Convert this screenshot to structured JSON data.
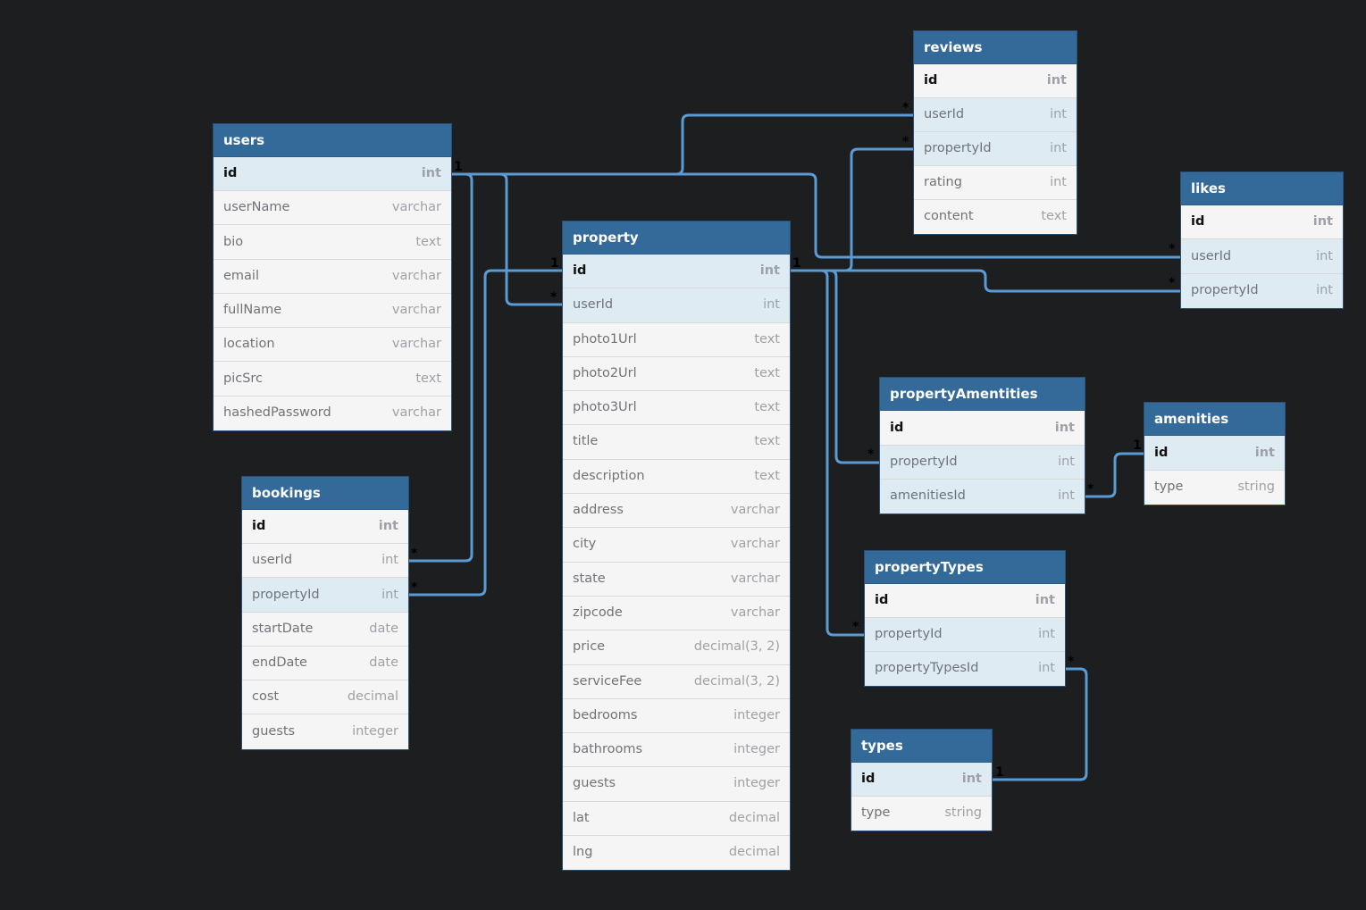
{
  "colors": {
    "canvas": "#1d1e20",
    "table_header": "#336a9a",
    "connector": "#5b9bd5",
    "row_highlight": "#deebf3"
  },
  "tables": [
    {
      "id": "users",
      "name": "users",
      "columns": [
        {
          "name": "id",
          "type": "int",
          "pk": true,
          "hl": true
        },
        {
          "name": "userName",
          "type": "varchar"
        },
        {
          "name": "bio",
          "type": "text"
        },
        {
          "name": "email",
          "type": "varchar"
        },
        {
          "name": "fullName",
          "type": "varchar"
        },
        {
          "name": "location",
          "type": "varchar"
        },
        {
          "name": "picSrc",
          "type": "text"
        },
        {
          "name": "hashedPassword",
          "type": "varchar"
        }
      ]
    },
    {
      "id": "bookings",
      "name": "bookings",
      "columns": [
        {
          "name": "id",
          "type": "int",
          "pk": true
        },
        {
          "name": "userId",
          "type": "int"
        },
        {
          "name": "propertyId",
          "type": "int",
          "hl": true
        },
        {
          "name": "startDate",
          "type": "date"
        },
        {
          "name": "endDate",
          "type": "date"
        },
        {
          "name": "cost",
          "type": "decimal"
        },
        {
          "name": "guests",
          "type": "integer"
        }
      ]
    },
    {
      "id": "property",
      "name": "property",
      "columns": [
        {
          "name": "id",
          "type": "int",
          "pk": true,
          "hl": true
        },
        {
          "name": "userId",
          "type": "int",
          "hl": true
        },
        {
          "name": "photo1Url",
          "type": "text"
        },
        {
          "name": "photo2Url",
          "type": "text"
        },
        {
          "name": "photo3Url",
          "type": "text"
        },
        {
          "name": "title",
          "type": "text"
        },
        {
          "name": "description",
          "type": "text"
        },
        {
          "name": "address",
          "type": "varchar"
        },
        {
          "name": "city",
          "type": "varchar"
        },
        {
          "name": "state",
          "type": "varchar"
        },
        {
          "name": "zipcode",
          "type": "varchar"
        },
        {
          "name": "price",
          "type": "decimal(3, 2)"
        },
        {
          "name": "serviceFee",
          "type": "decimal(3, 2)"
        },
        {
          "name": "bedrooms",
          "type": "integer"
        },
        {
          "name": "bathrooms",
          "type": "integer"
        },
        {
          "name": "guests",
          "type": "integer"
        },
        {
          "name": "lat",
          "type": "decimal"
        },
        {
          "name": "lng",
          "type": "decimal"
        }
      ]
    },
    {
      "id": "reviews",
      "name": "reviews",
      "columns": [
        {
          "name": "id",
          "type": "int",
          "pk": true
        },
        {
          "name": "userId",
          "type": "int",
          "hl": true
        },
        {
          "name": "propertyId",
          "type": "int",
          "hl": true
        },
        {
          "name": "rating",
          "type": "int"
        },
        {
          "name": "content",
          "type": "text"
        }
      ]
    },
    {
      "id": "likes",
      "name": "likes",
      "columns": [
        {
          "name": "id",
          "type": "int",
          "pk": true
        },
        {
          "name": "userId",
          "type": "int",
          "hl": true
        },
        {
          "name": "propertyId",
          "type": "int",
          "hl": true
        }
      ]
    },
    {
      "id": "propertyAmentities",
      "name": "propertyAmentities",
      "columns": [
        {
          "name": "id",
          "type": "int",
          "pk": true
        },
        {
          "name": "propertyId",
          "type": "int",
          "hl": true
        },
        {
          "name": "amenitiesId",
          "type": "int",
          "hl": true
        }
      ]
    },
    {
      "id": "amenities",
      "name": "amenities",
      "columns": [
        {
          "name": "id",
          "type": "int",
          "pk": true,
          "hl": true
        },
        {
          "name": "type",
          "type": "string"
        }
      ]
    },
    {
      "id": "propertyTypes",
      "name": "propertyTypes",
      "columns": [
        {
          "name": "id",
          "type": "int",
          "pk": true
        },
        {
          "name": "propertyId",
          "type": "int",
          "hl": true
        },
        {
          "name": "propertyTypesId",
          "type": "int",
          "hl": true
        }
      ]
    },
    {
      "id": "types",
      "name": "types",
      "columns": [
        {
          "name": "id",
          "type": "int",
          "pk": true,
          "hl": true
        },
        {
          "name": "type",
          "type": "string"
        }
      ]
    }
  ],
  "relations": [
    {
      "from": "users.id",
      "from_card": "1",
      "to": "reviews.userId",
      "to_card": "*"
    },
    {
      "from": "users.id",
      "from_card": "1",
      "to": "likes.userId",
      "to_card": "*"
    },
    {
      "from": "users.id",
      "from_card": "1",
      "to": "property.userId",
      "to_card": "*"
    },
    {
      "from": "users.id",
      "from_card": "1",
      "to": "bookings.userId",
      "to_card": "*"
    },
    {
      "from": "property.id",
      "from_card": "1",
      "to": "bookings.propertyId",
      "to_card": "*"
    },
    {
      "from": "property.id",
      "from_card": "1",
      "to": "reviews.propertyId",
      "to_card": "*"
    },
    {
      "from": "property.id",
      "from_card": "1",
      "to": "likes.propertyId",
      "to_card": "*"
    },
    {
      "from": "property.id",
      "from_card": "1",
      "to": "propertyAmentities.propertyId",
      "to_card": "*"
    },
    {
      "from": "property.id",
      "from_card": "1",
      "to": "propertyTypes.propertyId",
      "to_card": "*"
    },
    {
      "from": "amenities.id",
      "from_card": "1",
      "to": "propertyAmentities.amenitiesId",
      "to_card": "*"
    },
    {
      "from": "types.id",
      "from_card": "1",
      "to": "propertyTypes.propertyTypesId",
      "to_card": "*"
    }
  ]
}
